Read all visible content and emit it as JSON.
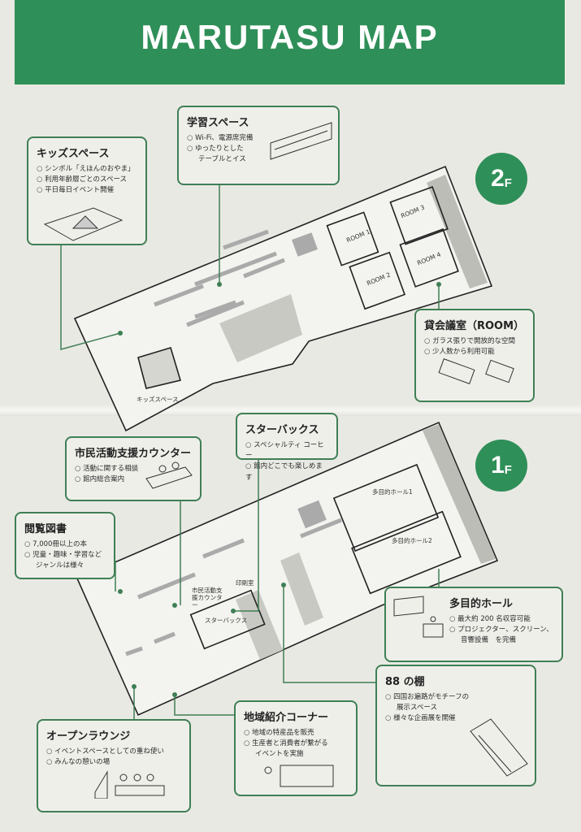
{
  "title": "MARUTASU MAP",
  "floors": {
    "f2": {
      "label": "2",
      "suffix": "F"
    },
    "f1": {
      "label": "1",
      "suffix": "F"
    }
  },
  "colors": {
    "brand": "#2f8f58",
    "border": "#3f7f55"
  },
  "callouts": {
    "kids": {
      "title": "キッズスペース",
      "items": [
        "シンボル「えほんのおやま」",
        "利用年齢層ごとのスペース",
        "平日毎日イベント開催"
      ]
    },
    "study": {
      "title": "学習スペース",
      "items": [
        "Wi-Fi、電源席完備",
        "ゆったりとした",
        "テーブルとイス"
      ]
    },
    "rooms": {
      "title": "貸会議室（ROOM）",
      "items": [
        "ガラス張りで開放的な空間",
        "少人数から利用可能"
      ]
    },
    "counter": {
      "title": "市民活動支援カウンター",
      "items": [
        "活動に関する相談",
        "館内総合案内"
      ]
    },
    "starbucks": {
      "title": "スターバックス",
      "items": [
        "スペシャルティ コーヒー",
        "館内どこでも楽しめます"
      ]
    },
    "books": {
      "title": "閲覧図書",
      "items": [
        "7,000冊以上の本",
        "児童・趣味・学習など",
        "ジャンルは様々"
      ]
    },
    "hall": {
      "title": "多目的ホール",
      "items": [
        "最大約 200 名収容可能",
        "プロジェクター、スクリーン、",
        "音響設備　を完備"
      ]
    },
    "shelf88": {
      "title": "88 の棚",
      "items": [
        "四国お遍路がモチーフの",
        "展示スペース",
        "様々な企画展を開催"
      ]
    },
    "local": {
      "title": "地域紹介コーナー",
      "items": [
        "地域の特産品を販売",
        "生産者と消費者が繋がる",
        "イベントを実施"
      ]
    },
    "lounge": {
      "title": "オープンラウンジ",
      "items": [
        "イベントスペースとしての重ね使い",
        "みんなの憩いの場"
      ]
    }
  },
  "map_labels": {
    "room1": "ROOM 1",
    "room2": "ROOM 2",
    "room3": "ROOM 3",
    "room4": "ROOM 4",
    "kids_space": "キッズスペース",
    "hall1": "多目的ホール1",
    "hall2": "多目的ホール2",
    "counter": "市民活動支援カウンター",
    "print": "印刷室",
    "starbucks": "スターバックス"
  }
}
